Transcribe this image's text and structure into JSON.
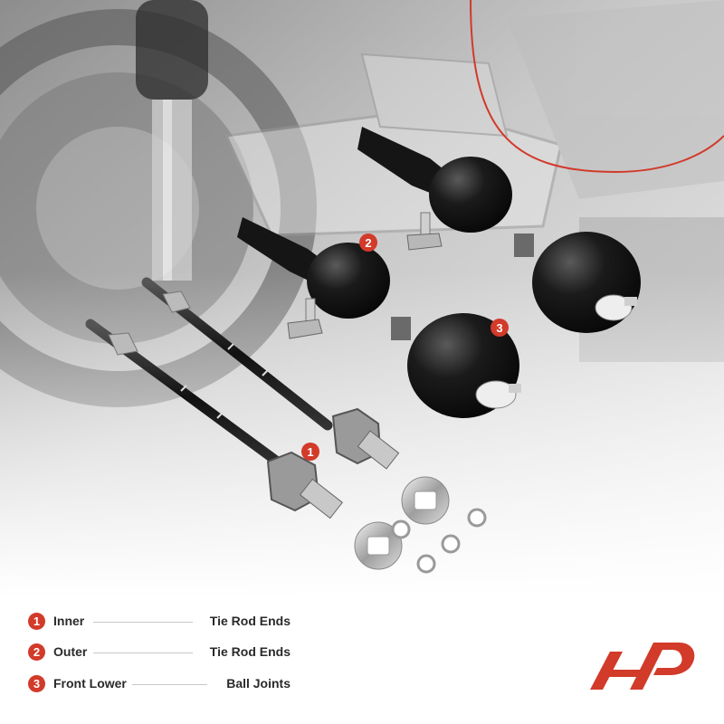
{
  "theme": {
    "accent": "#d23a2a",
    "part_color": "#151515",
    "background_tone": "#d4d4d4"
  },
  "callouts": [
    {
      "number": "1"
    },
    {
      "number": "2"
    },
    {
      "number": "3"
    }
  ],
  "legend": [
    {
      "number": "1",
      "left": "Inner",
      "right": "Tie Rod Ends"
    },
    {
      "number": "2",
      "left": "Outer",
      "right": "Tie Rod Ends"
    },
    {
      "number": "3",
      "left": "Front Lower",
      "right": "Ball Joints"
    }
  ],
  "brand": {
    "logo_icon": "a-premium-logo-icon"
  }
}
